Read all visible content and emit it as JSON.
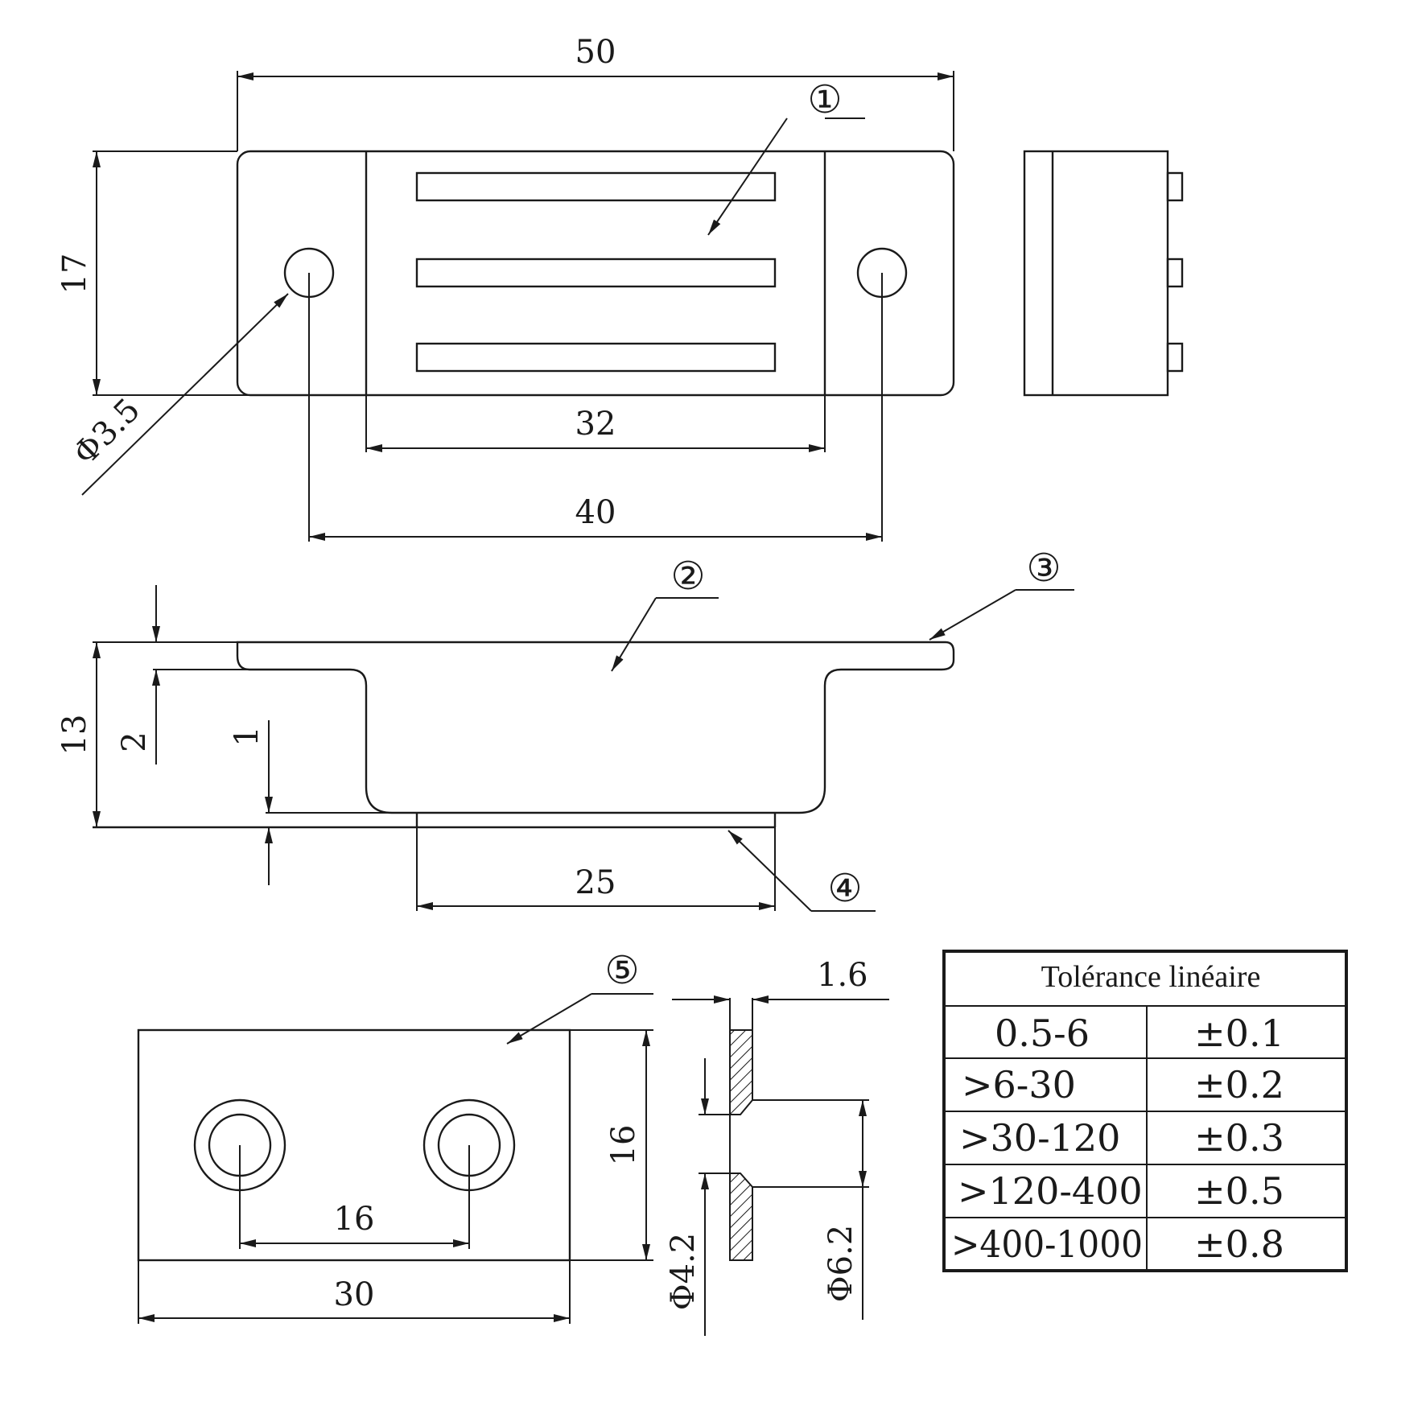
{
  "dimensions": {
    "overall_length": "50",
    "height": "17",
    "hole_diameter": "Φ3.5",
    "slot_width": "32",
    "hole_spacing": "40",
    "body_height": "13",
    "flange_offset": "2",
    "base_offset": "1",
    "base_width": "25",
    "plate_thickness": "1.6",
    "plate_height": "16",
    "plate_hole_spacing": "16",
    "plate_width": "30",
    "countersink_inner": "Φ4.2",
    "countersink_outer": "Φ6.2"
  },
  "callouts": [
    "①",
    "②",
    "③",
    "④",
    "⑤"
  ],
  "tolerance_table": {
    "title": "Tolérance linéaire",
    "rows": [
      {
        "range": "0.5-6",
        "tol": "±0.1"
      },
      {
        "range": ">6-30",
        "tol": "±0.2"
      },
      {
        "range": ">30-120",
        "tol": "±0.3"
      },
      {
        "range": ">120-400",
        "tol": "±0.5"
      },
      {
        "range": ">400-1000",
        "tol": "±0.8"
      }
    ]
  },
  "colors": {
    "line": "#1a1a1a",
    "background": "#ffffff",
    "hatch": "#1a1a1a"
  }
}
